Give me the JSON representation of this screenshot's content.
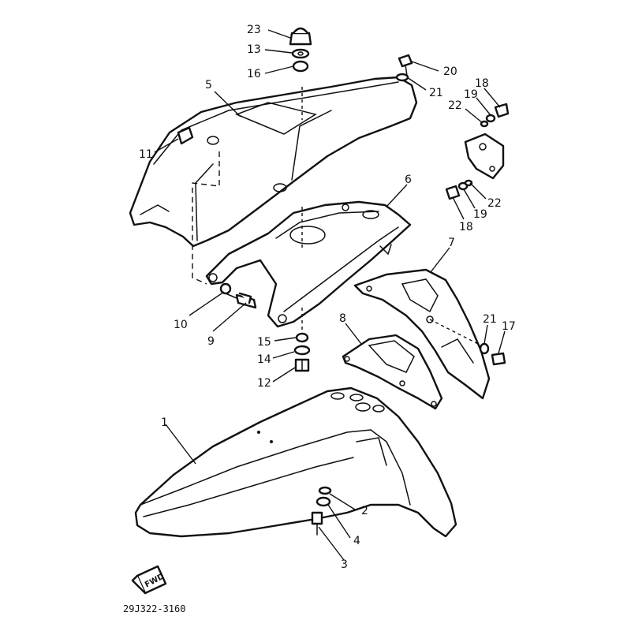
{
  "callouts": [
    {
      "id": "c23",
      "label": "23"
    },
    {
      "id": "c13",
      "label": "13"
    },
    {
      "id": "c16",
      "label": "16"
    },
    {
      "id": "c20",
      "label": "20"
    },
    {
      "id": "c21a",
      "label": "21"
    },
    {
      "id": "c5",
      "label": "5"
    },
    {
      "id": "c18a",
      "label": "18"
    },
    {
      "id": "c19a",
      "label": "19"
    },
    {
      "id": "c22a",
      "label": "22"
    },
    {
      "id": "c11",
      "label": "11"
    },
    {
      "id": "c6",
      "label": "6"
    },
    {
      "id": "c22b",
      "label": "22"
    },
    {
      "id": "c19b",
      "label": "19"
    },
    {
      "id": "c18b",
      "label": "18"
    },
    {
      "id": "c7",
      "label": "7"
    },
    {
      "id": "c10",
      "label": "10"
    },
    {
      "id": "c9",
      "label": "9"
    },
    {
      "id": "c8",
      "label": "8"
    },
    {
      "id": "c21b",
      "label": "21"
    },
    {
      "id": "c17",
      "label": "17"
    },
    {
      "id": "c15",
      "label": "15"
    },
    {
      "id": "c14",
      "label": "14"
    },
    {
      "id": "c12",
      "label": "12"
    },
    {
      "id": "c1",
      "label": "1"
    },
    {
      "id": "c2",
      "label": "2"
    },
    {
      "id": "c4",
      "label": "4"
    },
    {
      "id": "c3",
      "label": "3"
    }
  ],
  "fwd_label": "FWD",
  "part_code": "29J322-3160"
}
